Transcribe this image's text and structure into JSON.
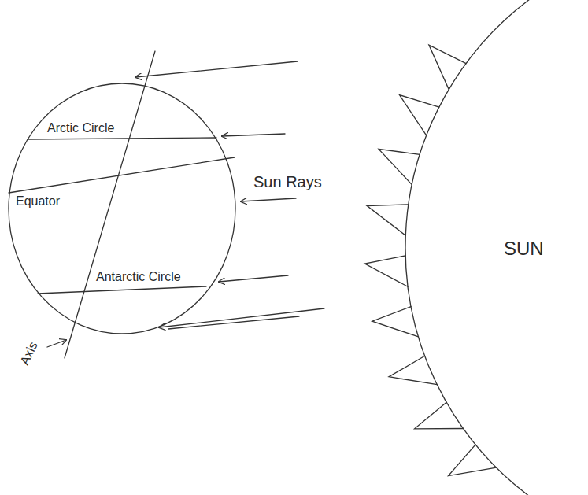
{
  "diagram": {
    "nodes": [
      {
        "text": [
          "Arctic Circle",
          "Equator",
          "Antarctic Circle"
        ]
      },
      {
        "text": [
          "SUN"
        ]
      }
    ],
    "labels": [
      "Sun Rays",
      "Axis"
    ]
  }
}
